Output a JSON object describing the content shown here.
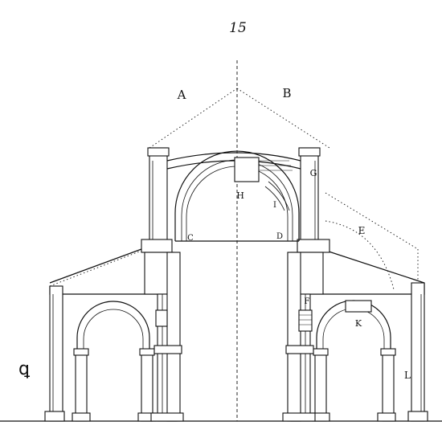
{
  "figure_number": "15",
  "labels": {
    "A": "A",
    "B": "B",
    "C": "C",
    "D": "D",
    "E": "E",
    "G": "G",
    "H": "H",
    "I": "I",
    "F": "F",
    "K": "K",
    "L": "L"
  },
  "side_mark": "ꝗ"
}
